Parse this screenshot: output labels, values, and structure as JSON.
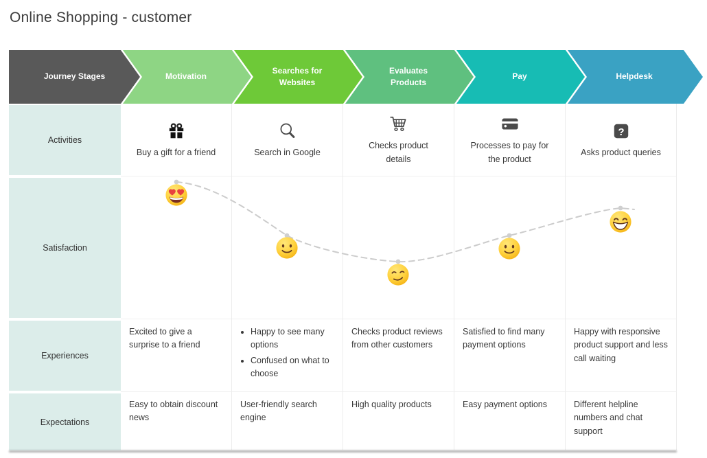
{
  "title": "Online Shopping - customer",
  "stage_header": {
    "label": "Journey Stages",
    "color": "#595959"
  },
  "row_labels": {
    "activities": "Activities",
    "satisfaction": "Satisfaction",
    "experiences": "Experiences",
    "expectations": "Expectations"
  },
  "colors": {
    "row_label_bg": "#dcedea",
    "connector": "#cccccc",
    "emoji_yellow": "#ffd23e",
    "icon_dark": "#3f3f3f"
  },
  "stages": [
    {
      "label": "Motivation",
      "color": "#8ed584",
      "activity": {
        "icon": "gift-icon",
        "text": "Buy a gift for a friend"
      },
      "satisfaction": {
        "emoji": "heart-eyes-emoji",
        "level": 5
      },
      "experiences": [
        "Excited to give a surprise to a friend"
      ],
      "expectations": [
        "Easy to obtain discount news"
      ]
    },
    {
      "label": "Searches for Websites",
      "color": "#6ec938",
      "activity": {
        "icon": "search-icon",
        "text": "Search in Google"
      },
      "satisfaction": {
        "emoji": "slight-smile-emoji",
        "level": 3
      },
      "experiences": [
        "Happy to see many options",
        "Confused on what to choose"
      ],
      "expectations": [
        "User-friendly search engine"
      ]
    },
    {
      "label": "Evaluates Products",
      "color": "#5fc07f",
      "activity": {
        "icon": "cart-icon",
        "text": "Checks product details"
      },
      "satisfaction": {
        "emoji": "smirk-emoji",
        "level": 2
      },
      "experiences": [
        "Checks product reviews from other customers"
      ],
      "expectations": [
        "High quality products"
      ]
    },
    {
      "label": "Pay",
      "color": "#17bcb4",
      "activity": {
        "icon": "card-icon",
        "text": "Processes to pay for the product"
      },
      "satisfaction": {
        "emoji": "slight-smile-emoji",
        "level": 3
      },
      "experiences": [
        "Satisfied to find many payment options"
      ],
      "expectations": [
        "Easy payment options"
      ]
    },
    {
      "label": "Helpdesk",
      "color": "#3aa2c3",
      "activity": {
        "icon": "question-icon",
        "text": "Asks product queries"
      },
      "satisfaction": {
        "emoji": "beaming-emoji",
        "level": 4
      },
      "experiences": [
        "Happy with responsive product support and less call waiting"
      ],
      "expectations": [
        "Different helpline numbers and chat support"
      ]
    }
  ]
}
